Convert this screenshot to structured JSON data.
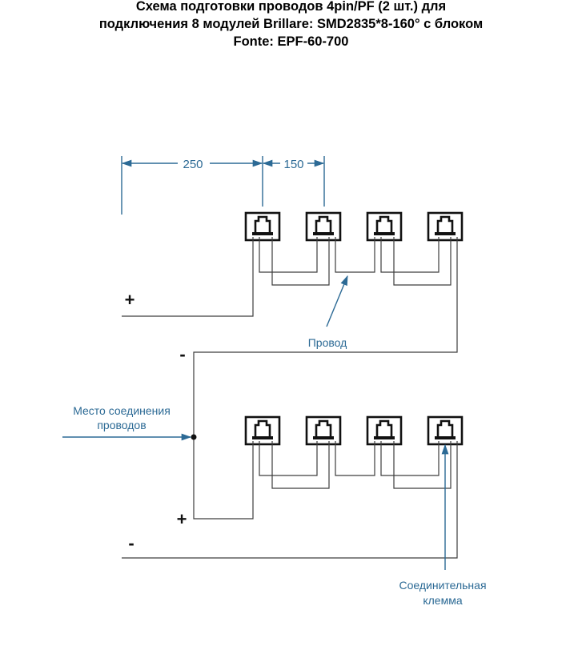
{
  "title": {
    "line1": "Схема подготовки проводов 4pin/PF (2 шт.) для",
    "line2": "подключения 8 модулей Brillare: SMD2835*8-160° с блоком",
    "line3": "Fonte: EPF-60-700"
  },
  "dimensions": {
    "first": "250",
    "second": "150"
  },
  "signs": {
    "plus": "+",
    "minus": "-"
  },
  "labels": {
    "wire": "Провод",
    "junction_line1": "Место соединения",
    "junction_line2": "проводов",
    "terminal_line1": "Соединительная",
    "terminal_line2": "клемма"
  },
  "colors": {
    "accent": "#2c6a95",
    "wire": "#3d3d3d"
  }
}
